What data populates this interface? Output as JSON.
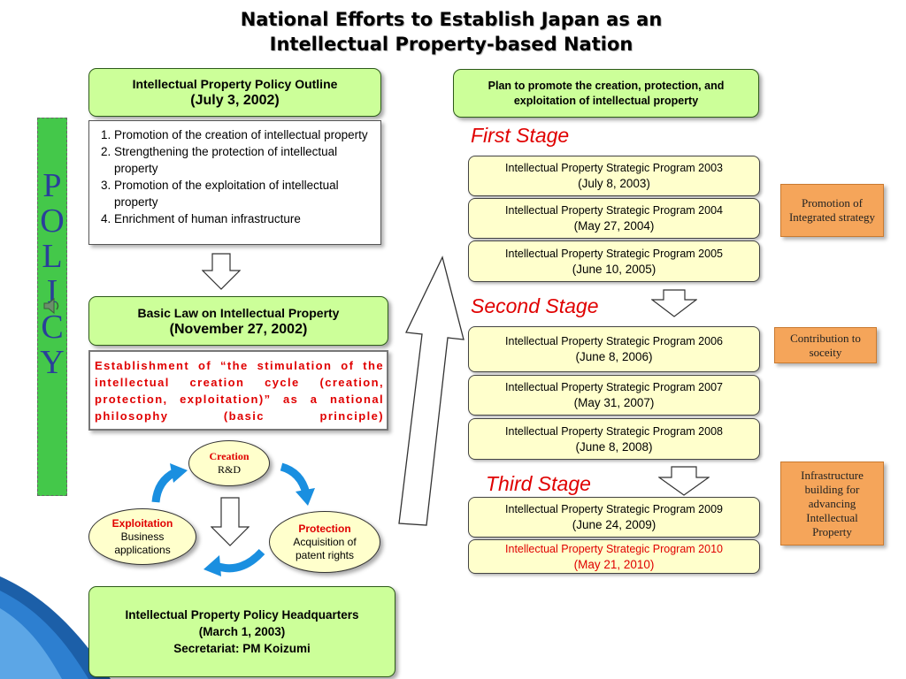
{
  "title": {
    "line1": "National Efforts to Establish Japan as an",
    "line2": "Intellectual Property-based Nation"
  },
  "policy": {
    "letters": [
      "P",
      "O",
      "L",
      "I",
      "C",
      "Y"
    ]
  },
  "outline": {
    "title": "Intellectual Property Policy Outline",
    "date": "(July 3, 2002)",
    "items": [
      "Promotion of the creation of intellectual property",
      "Strengthening the protection of intellectual property",
      "Promotion of the exploitation of intellectual property",
      "Enrichment of human infrastructure"
    ]
  },
  "basic_law": {
    "title": "Basic Law on Intellectual Property",
    "date": "(November 27, 2002)",
    "establishment": "Establishment of “the stimulation of the intellectual creation cycle (creation, protection, exploitation)” as a national philosophy (basic principle)"
  },
  "cycle": {
    "creation": {
      "title": "Creation",
      "sub": "R&D"
    },
    "exploitation": {
      "title": "Exploitation",
      "sub": "Business applications"
    },
    "protection": {
      "title": "Protection",
      "sub": "Acquisition of patent rights"
    }
  },
  "headquarters": {
    "line1": "Intellectual Property Policy Headquarters",
    "line2": "(March 1, 2003)",
    "line3": "Secretariat: PM Koizumi"
  },
  "plan": {
    "title": "Plan to promote the creation, protection, and exploitation of intellectual property"
  },
  "stages": {
    "first": "First Stage",
    "second": "Second Stage",
    "third": "Third Stage"
  },
  "programs": [
    {
      "name": "Intellectual Property Strategic Program 2003",
      "date": "(July 8, 2003)"
    },
    {
      "name": "Intellectual Property Strategic Program 2004",
      "date": "(May 27, 2004)"
    },
    {
      "name": "Intellectual Property Strategic Program 2005",
      "date": "(June 10, 2005)"
    },
    {
      "name": "Intellectual Property Strategic Program 2006",
      "date": "(June 8, 2006)"
    },
    {
      "name": "Intellectual Property Strategic Program 2007",
      "date": "(May 31, 2007)"
    },
    {
      "name": "Intellectual Property Strategic Program 2008",
      "date": "(June 8, 2008)"
    },
    {
      "name": "Intellectual Property Strategic Program 2009",
      "date": "(June 24, 2009)"
    },
    {
      "name": "Intellectual Property Strategic Program 2010",
      "date": "(May 21, 2010)"
    }
  ],
  "side_notes": {
    "first": "Promotion of Integrated strategy",
    "second": "Contribution to soceity",
    "third": "Infrastructure building for advancing Intellectual Property"
  },
  "colors": {
    "green_box": "#ccff99",
    "yellow_box": "#ffffcc",
    "orange_box": "#f5a55a",
    "stage_red": "#e00000",
    "policy_green": "#44c84a",
    "policy_letters": "#2a3f9a",
    "cycle_arrow": "#1a8fe0"
  },
  "icons": [
    "speaker-icon",
    "down-arrow-icon",
    "up-arrow-icon",
    "cycle-arrow-icon"
  ]
}
